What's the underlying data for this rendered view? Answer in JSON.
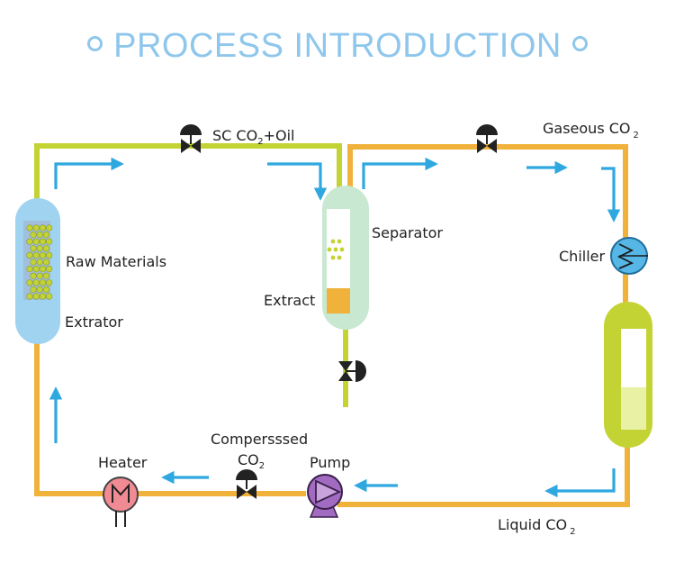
{
  "title": "PROCESS INTRODUCTION",
  "labels": {
    "sc_co2_oil_a": "SC CO",
    "sc_co2_oil_sub": "2",
    "sc_co2_oil_b": "+Oil",
    "gaseous_a": "Gaseous CO",
    "gaseous_sub": "2",
    "separator": "Separator",
    "extract": "Extract",
    "raw_materials": "Raw Materials",
    "extrator": "Extrator",
    "chiller": "Chiller",
    "heater": "Heater",
    "compressed_a": "Compersssed",
    "compressed_b": "CO",
    "compressed_sub": "2",
    "pump": "Pump",
    "liquid_a": "Liquid CO",
    "liquid_sub": "2"
  },
  "colors": {
    "title": "#8fc7ec",
    "pipe_green": "#c4d334",
    "pipe_orange": "#f0b23a",
    "flow_arrow": "#2fa8e0",
    "extractor_vessel": "#9fd3f0",
    "separator_vessel": "#c9e8d2",
    "storage_tank": "#c4d334",
    "heater": "#f08a93",
    "pump": "#a26bc2",
    "chiller": "#56b6e6",
    "valve": "#222222"
  }
}
